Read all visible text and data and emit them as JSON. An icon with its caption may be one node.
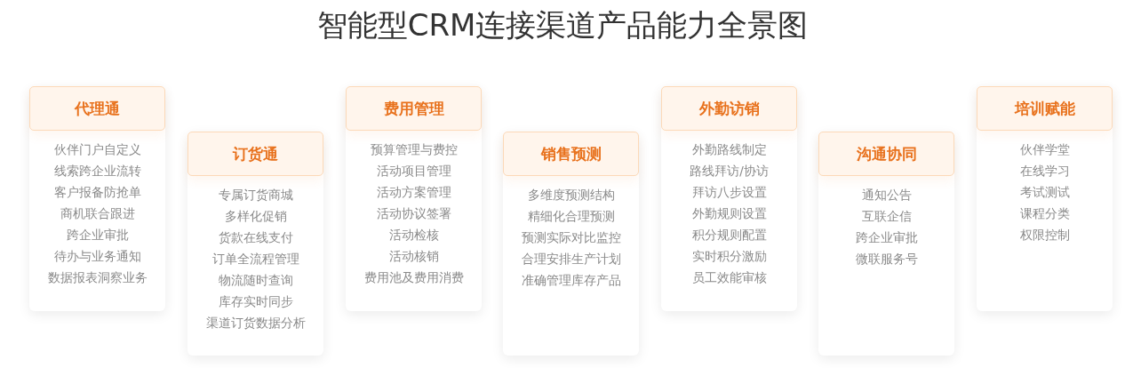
{
  "diagram": {
    "title": "智能型CRM连接渠道产品能力全景图",
    "nodes": [
      {
        "text": [
          "伙伴门户自定义",
          "线索跨企业流转",
          "客户报备防抢单",
          "商机联合跟进",
          "跨企业审批",
          "待办与业务通知",
          "数据报表洞察业务"
        ]
      },
      {
        "text": [
          "代理通"
        ],
        "in": 0
      },
      {
        "text": [
          "专属订货商城",
          "多样化促销",
          "货款在线支付",
          "订单全流程管理",
          "物流随时查询",
          "库存实时同步",
          "渠道订货数据分析"
        ]
      },
      {
        "text": [
          "订货通"
        ],
        "in": 2
      },
      {
        "text": [
          "预算管理与费控",
          "活动项目管理",
          "活动方案管理",
          "活动协议签署",
          "活动检核",
          "活动核销",
          "费用池及费用消费"
        ]
      },
      {
        "text": [
          "费用管理"
        ],
        "in": 4
      },
      {
        "text": [
          "多维度预测结构",
          "精细化合理预测",
          "预测实际对比监控",
          "合理安排生产计划",
          "准确管理库存产品"
        ]
      },
      {
        "text": [
          "销售预测"
        ],
        "in": 6
      },
      {
        "text": [
          "外勤路线制定",
          "路线拜访/协访",
          "拜访八步设置",
          "外勤规则设置",
          "积分规则配置",
          "实时积分激励",
          "员工效能审核"
        ]
      },
      {
        "text": [
          "外勤访销"
        ],
        "in": 8
      },
      {
        "text": [
          "通知公告",
          "互联企信",
          "跨企业审批",
          "微联服务号"
        ]
      },
      {
        "text": [
          "沟通协同"
        ],
        "in": 10
      },
      {
        "text": [
          "伙伴学堂",
          "在线学习",
          "考试测试",
          "课程分类",
          "权限控制"
        ]
      },
      {
        "text": [
          "培训赋能"
        ],
        "in": 12
      }
    ]
  }
}
